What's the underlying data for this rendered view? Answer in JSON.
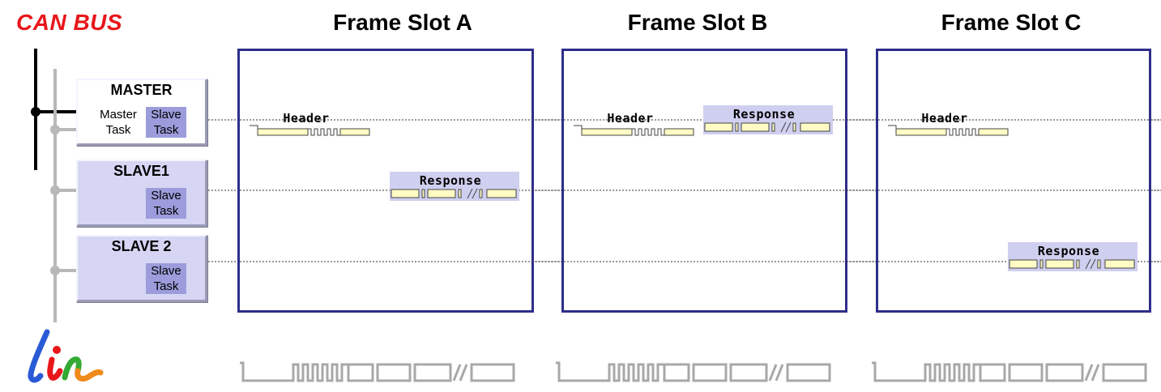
{
  "can_bus_label": "CAN BUS",
  "slots": [
    {
      "title": "Frame Slot A"
    },
    {
      "title": "Frame Slot B"
    },
    {
      "title": "Frame Slot C"
    }
  ],
  "nodes": {
    "master": {
      "title": "MASTER",
      "master_task": [
        "Master",
        "Task"
      ],
      "slave_task": [
        "Slave",
        "Task"
      ]
    },
    "slave1": {
      "title": "SLAVE1",
      "slave_task": [
        "Slave",
        "Task"
      ]
    },
    "slave2": {
      "title": "SLAVE 2",
      "slave_task": [
        "Slave",
        "Task"
      ]
    }
  },
  "frames": {
    "header_label": "Header",
    "response_label": "Response"
  },
  "colors": {
    "can_bus_label": "#e8161a",
    "slot_border": "#2e2e8a",
    "node_fill": "#d6d6f4",
    "master_fill": "#ffffff",
    "slave_task_fill": "#9c9cdc",
    "frame_fill": "#fffbc4",
    "response_band": "#cfcff0",
    "lin_logo_colors": [
      "#2a5bd7",
      "#e8161a",
      "#33aa33",
      "#f08a1a"
    ]
  },
  "logo": {
    "text": "lin"
  }
}
